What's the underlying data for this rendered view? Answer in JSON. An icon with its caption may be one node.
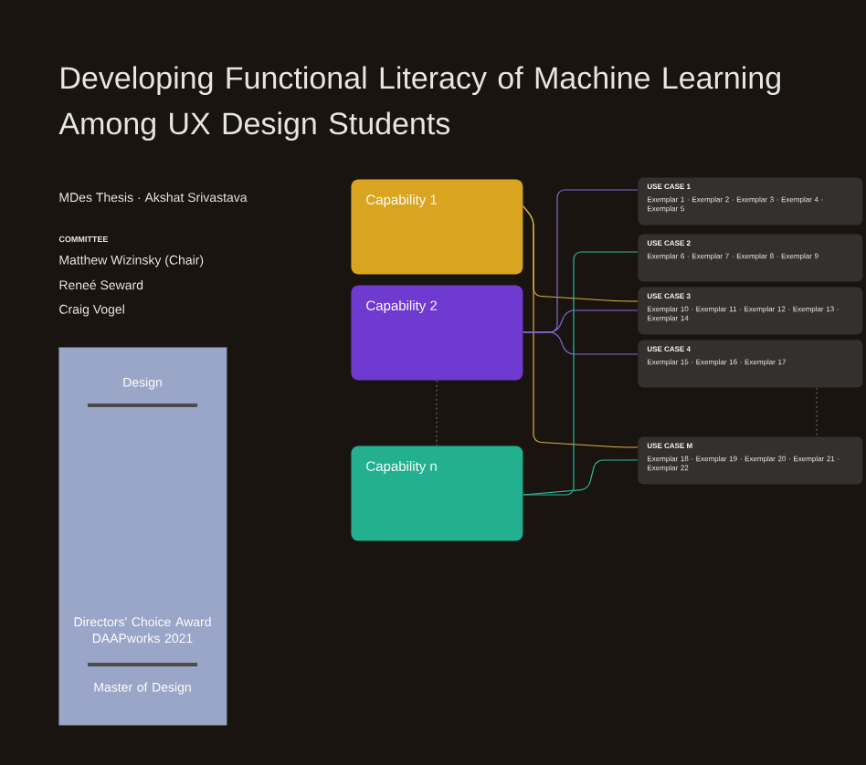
{
  "diagram": {
    "title": "Developing Functional Literacy of Machine Learning Among UX Design Students",
    "nodes": [
      {
        "text": [
          "Design",
          "Directors' Choice Award DAAPworks 2021",
          "Master of Design"
        ]
      },
      {
        "text": [
          "Capability 1"
        ]
      },
      {
        "text": [
          "Capability 2"
        ]
      },
      {
        "text": [
          "Capability n"
        ]
      },
      {
        "text": [
          "USE CASE 1",
          "Exemplar 1 · Exemplar 2 · Exemplar 3 · Exemplar 4 · Exemplar 5"
        ]
      },
      {
        "text": [
          "USE CASE 2",
          "Exemplar 6 · Exemplar 7 · Exemplar 8 · Exemplar 9"
        ]
      },
      {
        "text": [
          "USE CASE 3",
          "Exemplar 10 · Exemplar 11 · Exemplar 12 · Exemplar 13 · Exemplar 14"
        ]
      },
      {
        "text": [
          "USE CASE 4",
          "Exemplar 15 · Exemplar 16 · Exemplar 17"
        ]
      },
      {
        "text": [
          "USE CASE M",
          "Exemplar 18 · Exemplar 19 · Exemplar 20 · Exemplar 21 · Exemplar 22"
        ]
      }
    ],
    "edges": [
      {
        "from": 1,
        "to": 6,
        "arrow": "none",
        "color": "#d9b23a"
      },
      {
        "from": 1,
        "to": 8,
        "arrow": "none",
        "color": "#d9b23a"
      },
      {
        "from": 2,
        "to": 4,
        "arrow": "none",
        "color": "#8a68d8"
      },
      {
        "from": 2,
        "to": 6,
        "arrow": "none",
        "color": "#8a68d8"
      },
      {
        "from": 2,
        "to": 7,
        "arrow": "none",
        "color": "#8a68d8"
      },
      {
        "from": 3,
        "to": 5,
        "arrow": "none",
        "color": "#2fb896"
      },
      {
        "from": 3,
        "to": 8,
        "arrow": "none",
        "color": "#2fb896"
      },
      {
        "from": 2,
        "to": 3,
        "arrow": "none",
        "style": "dashed",
        "color": "#6b6560"
      },
      {
        "from": 7,
        "to": 8,
        "arrow": "none",
        "style": "dashed",
        "color": "#6b6560"
      }
    ],
    "labels": [
      "MDes Thesis · Akshat Srivastava",
      "COMMITTEE",
      "Matthew Wizinsky (Chair)",
      "Reneé Seward",
      "Craig Vogel"
    ]
  }
}
